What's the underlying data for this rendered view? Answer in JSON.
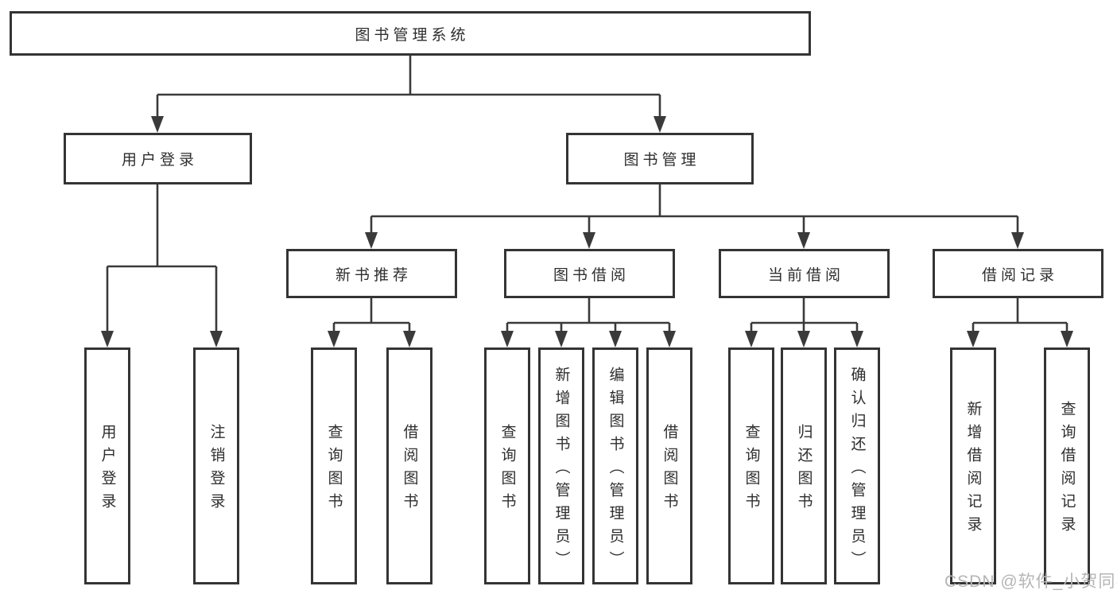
{
  "diagram": {
    "tree": {
      "label": "图书管理系统",
      "children": [
        {
          "label": "用户登录",
          "children": [
            {
              "label": "用户登录"
            },
            {
              "label": "注销登录"
            }
          ]
        },
        {
          "label": "图书管理",
          "children": [
            {
              "label": "新书推荐",
              "children": [
                {
                  "label": "查询图书"
                },
                {
                  "label": "借阅图书"
                }
              ]
            },
            {
              "label": "图书借阅",
              "children": [
                {
                  "label": "查询图书"
                },
                {
                  "label": "新增图书（管理员）"
                },
                {
                  "label": "编辑图书（管理员）"
                },
                {
                  "label": "借阅图书"
                }
              ]
            },
            {
              "label": "当前借阅",
              "children": [
                {
                  "label": "查询图书"
                },
                {
                  "label": "归还图书"
                },
                {
                  "label": "确认归还（管理员）"
                }
              ]
            },
            {
              "label": "借阅记录",
              "children": [
                {
                  "label": "新增借阅记录"
                },
                {
                  "label": "查询借阅记录"
                }
              ]
            }
          ]
        }
      ]
    }
  },
  "watermark": {
    "text": "CSDN @软件_小贺同学"
  },
  "colors": {
    "line": "#3a3a3a",
    "box_border": "#343434",
    "text": "#2e2e2e",
    "background": "#ffffff",
    "watermark": "#b5b5b5"
  }
}
